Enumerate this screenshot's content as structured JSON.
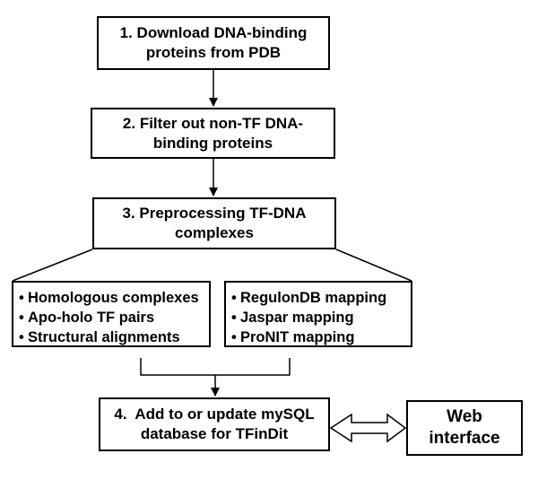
{
  "steps": {
    "download": {
      "line1": "1. Download DNA-binding",
      "line2": "proteins from PDB"
    },
    "filter": {
      "line1": "2. Filter out non-TF DNA-",
      "line2": "binding proteins"
    },
    "preprocess": {
      "line1": "3. Preprocessing TF-DNA",
      "line2": "complexes"
    },
    "left_list": [
      "Homologous complexes",
      "Apo-holo TF pairs",
      "Structural alignments"
    ],
    "right_list": [
      "RegulonDB mapping",
      "Jaspar mapping",
      "ProNIT mapping"
    ],
    "add": {
      "line1": "4.  Add to or update mySQL",
      "line2": "database for TFinDit"
    },
    "web": {
      "line1": "Web",
      "line2": "interface"
    }
  },
  "bullet": "•"
}
